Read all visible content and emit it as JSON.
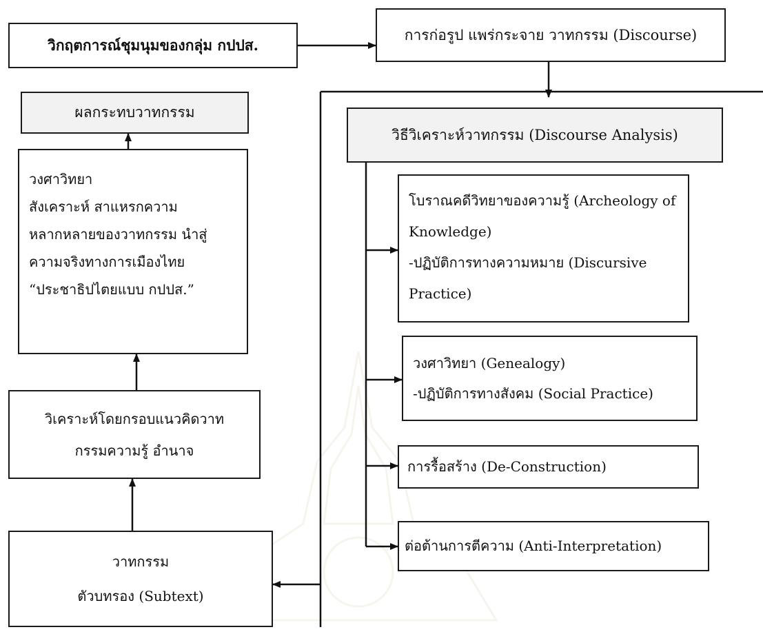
{
  "crisis": {
    "text": "วิกฤตการณ์ชุมนุมของกลุ่ม กปปส."
  },
  "discourse_formation": {
    "text": "การก่อรูป แพร่กระจาย วาทกรรม (Discourse)"
  },
  "discourse_effect": {
    "text": "ผลกระทบวาทกรรม"
  },
  "discourse_analysis": {
    "text": "วิธีวิเคราะห์วาทกรรม (Discourse Analysis)"
  },
  "genealogy_result": {
    "lines": [
      "วงศาวิทยา",
      "สังเคราะห์ สาแหรกความ",
      "หลากหลายของวาทกรรม นำสู่",
      "ความจริงทางการเมืองไทย",
      "“ประชาธิปไตยแบบ กปปส.”"
    ]
  },
  "framework_analysis": {
    "lines": [
      "วิเคราะห์โดยกรอบแนวคิดวาท",
      "กรรมความรู้ อำนาจ"
    ]
  },
  "subtext_box": {
    "lines": [
      "วาทกรรม",
      "ตัวบทรอง (Subtext)"
    ]
  },
  "methods": [
    {
      "lines": [
        "โบราณคดีวิทยาของความรู้ (Archeology of",
        "Knowledge)",
        "-ปฏิบัติการทางความหมาย (Discursive",
        "Practice)"
      ]
    },
    {
      "lines": [
        "วงศาวิทยา (Genealogy)",
        "-ปฏิบัติการทางสังคม (Social Practice)"
      ]
    },
    {
      "lines": [
        "การรื้อสร้าง (De-Construction)"
      ]
    },
    {
      "lines": [
        "ต่อต้านการตีความ (Anti-Interpretation)"
      ]
    }
  ]
}
